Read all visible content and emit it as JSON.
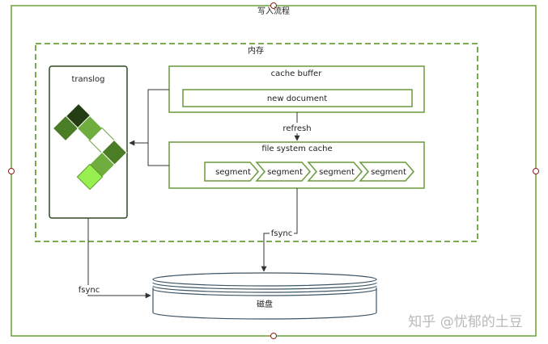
{
  "diagram": {
    "outer_frame": {
      "label": "写入流程"
    },
    "memory_region": {
      "label": "内存"
    },
    "translog": {
      "label": "translog"
    },
    "cache_buffer": {
      "label": "cache buffer",
      "inner": "new document"
    },
    "refresh": {
      "label": "refresh"
    },
    "fs_cache": {
      "label": "file system cache",
      "segments": [
        "segment",
        "segment",
        "segment",
        "segment"
      ]
    },
    "fsync_right": {
      "label": "fsync"
    },
    "fsync_left": {
      "label": "fsync"
    },
    "disk": {
      "label": "磁盘"
    }
  },
  "watermark": {
    "text": "知乎 @忧郁的土豆"
  },
  "colors": {
    "frame_green": "#6aa03a",
    "box_green": "#6a9a3a",
    "arrow": "#333333",
    "disk_stroke": "#3d5566",
    "tile_dark": "#243d12",
    "tile_mid": "#4a7d26",
    "tile_light": "#7cc244",
    "tile_bright": "#98f050"
  }
}
